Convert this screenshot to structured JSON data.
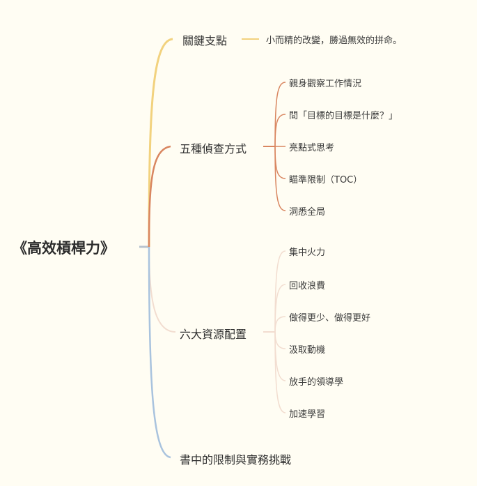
{
  "root": {
    "label": "《高效槓桿力》"
  },
  "branches": [
    {
      "label": "關鍵支點",
      "color": "#f2d27e",
      "children": [
        "小而精的改變，勝過無效的拼命。"
      ]
    },
    {
      "label": "五種偵查方式",
      "color": "#d98660",
      "children": [
        "親身觀察工作情況",
        "問「目標的目標是什麼？」",
        "亮點式思考",
        "瞄準限制（TOC）",
        "洞悉全局"
      ]
    },
    {
      "label": "六大資源配置",
      "color": "#f2ddd0",
      "children": [
        "集中火力",
        "回收浪費",
        "做得更少、做得更好",
        "汲取動機",
        "放手的領導學",
        "加速學習"
      ]
    },
    {
      "label": "書中的限制與實務挑戰",
      "color": "#a9c3de",
      "children": []
    }
  ]
}
